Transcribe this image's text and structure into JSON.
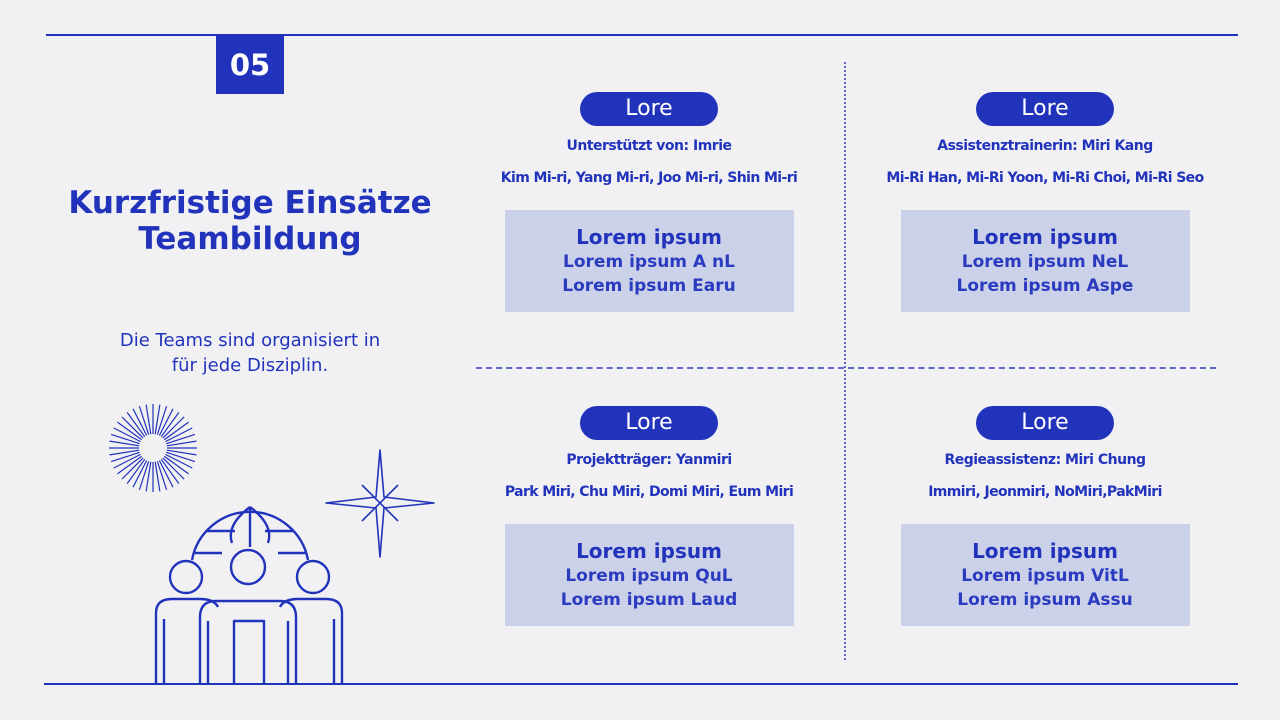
{
  "slide": {
    "number": "05",
    "title_lines": [
      "Kurzfristige Einsätze",
      "Teambildung"
    ],
    "subtitle_lines": [
      "Die Teams sind organisiert in",
      "für jede Disziplin."
    ]
  },
  "quadrants": [
    {
      "pill": "Lore",
      "role": "Unterstützt von: Imrie",
      "names": "Kim Mi-ri, Yang Mi-ri, Joo Mi-ri, Shin Mi-ri",
      "box_title": "Lorem ipsum",
      "box_lines": [
        "Lorem ipsum A nL",
        "Lorem ipsum Earu"
      ]
    },
    {
      "pill": "Lore",
      "role": "Assistenztrainerin: Miri Kang",
      "names": "Mi-Ri Han, Mi-Ri Yoon, Mi-Ri Choi, Mi-Ri Seo",
      "box_title": "Lorem ipsum",
      "box_lines": [
        "Lorem ipsum NeL",
        "Lorem ipsum Aspe"
      ]
    },
    {
      "pill": "Lore",
      "role": "Projektträger: Yanmiri",
      "names": "Park Miri, Chu Miri, Domi Miri, Eum Miri",
      "box_title": "Lorem ipsum",
      "box_lines": [
        "Lorem ipsum QuL",
        "Lorem ipsum Laud"
      ]
    },
    {
      "pill": "Lore",
      "role": "Regieassistenz: Miri Chung",
      "names": "Immiri, Jeonmiri, NoMiri,PakMiri",
      "box_title": "Lorem ipsum",
      "box_lines": [
        "Lorem ipsum VitL",
        "Lorem ipsum Assu"
      ]
    }
  ],
  "illustration": {
    "icons": [
      "sunburst-icon",
      "sparkle-star-icon",
      "globe-icon",
      "people-group-icon"
    ]
  },
  "colors": {
    "accent": "#2233bb",
    "background": "#f1f1f4",
    "box_fill": "#ccd1ea"
  }
}
